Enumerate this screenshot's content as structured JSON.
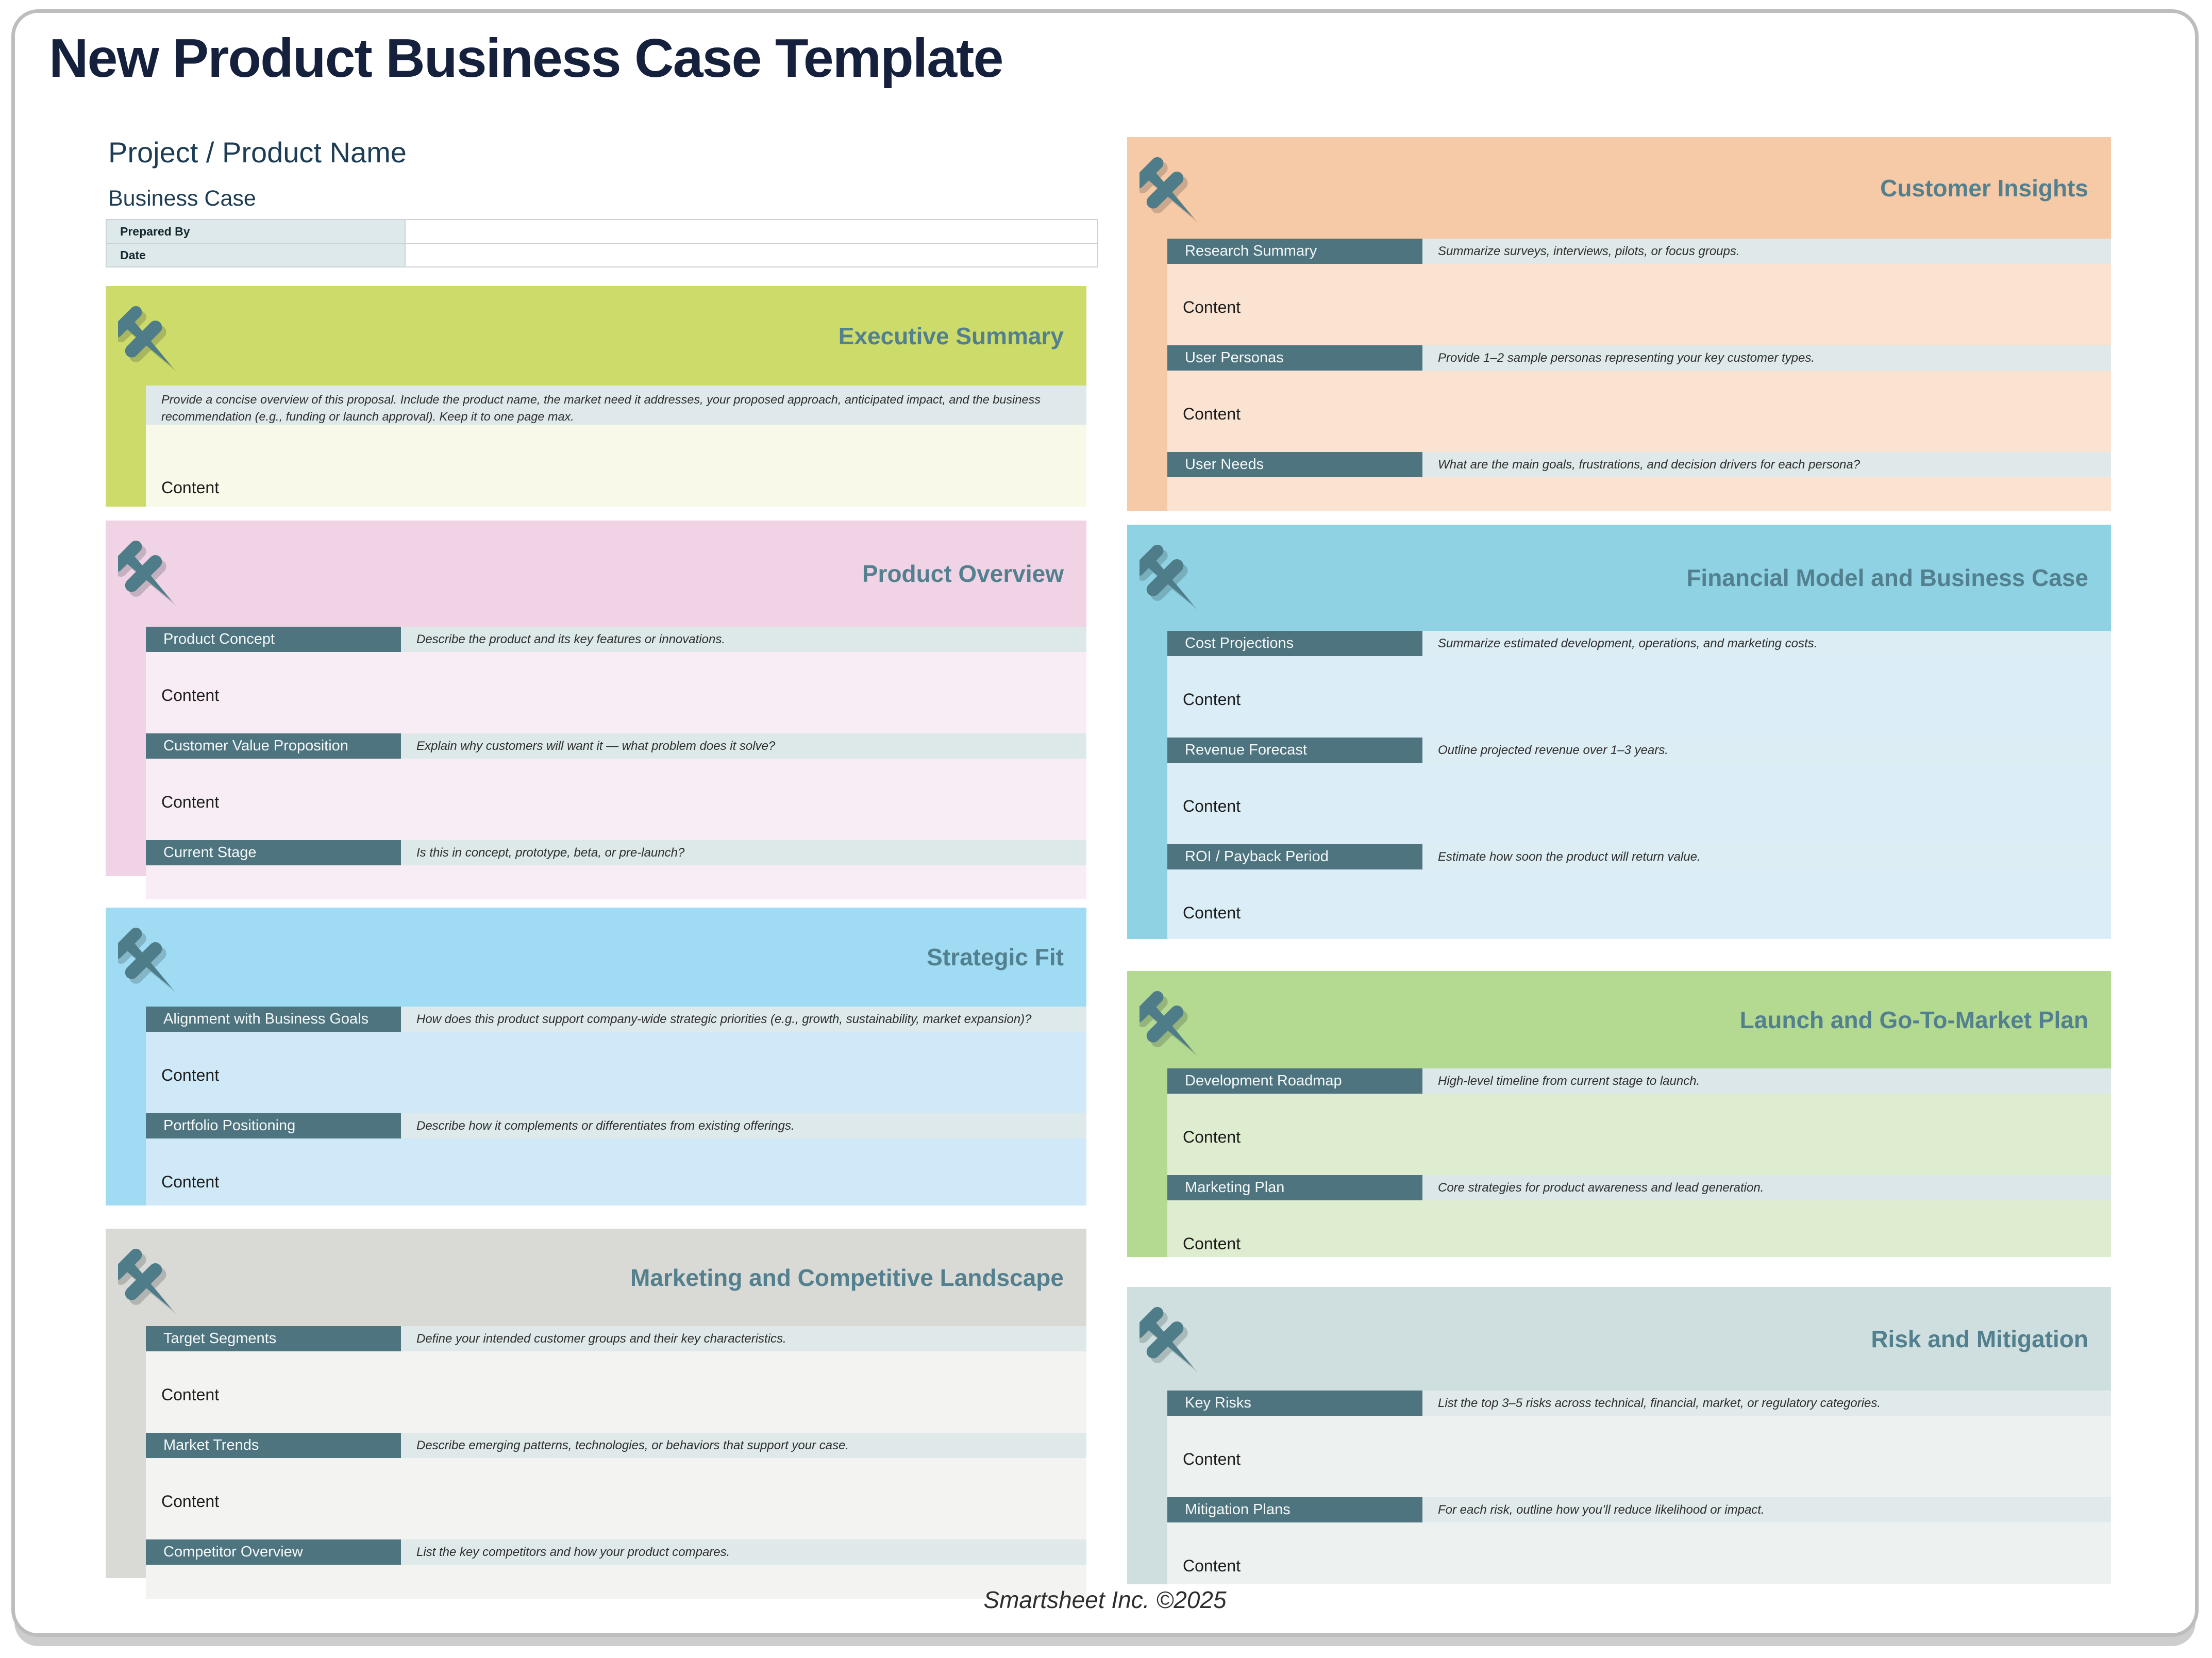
{
  "palette": {
    "page_border": "#bdbdbd",
    "title_navy": "#14203c",
    "heading_slate": "#1d3d54",
    "label_teal": "#4e7480",
    "section_title_teal": "#53808f",
    "pin_teal": "#4f7c89"
  },
  "header": {
    "title": "New Product Business Case Template",
    "project_name": "Project / Product Name",
    "document_type": "Business Case",
    "meta": [
      {
        "label": "Prepared By",
        "value": ""
      },
      {
        "label": "Date",
        "value": ""
      }
    ]
  },
  "sections": [
    {
      "title": "Executive Summary",
      "icon": "pushpin-icon",
      "colors": {
        "band": "#ccdb69",
        "desc": "#dfe9eb",
        "content": "#f8f9e9"
      },
      "intro": "Provide a concise overview of this proposal. Include the product name, the market need it addresses, your proposed approach, anticipated impact, and the business recommendation (e.g., funding or launch approval). Keep it to one page max.",
      "content_label": "Content"
    },
    {
      "title": "Product Overview",
      "icon": "pushpin-icon",
      "colors": {
        "band": "#f0d4e6",
        "desc": "#dde9e9",
        "content": "#f8ecf5"
      },
      "fields": [
        {
          "label": "Product Concept",
          "description": "Describe the product and its key features or innovations.",
          "content_label": "Content"
        },
        {
          "label": "Customer Value Proposition",
          "description": "Explain why customers will want it — what problem does it solve?",
          "content_label": "Content"
        },
        {
          "label": "Current Stage",
          "description": "Is this in concept, prototype, beta, or pre-launch?",
          "content_label": ""
        }
      ]
    },
    {
      "title": "Strategic Fit",
      "icon": "pushpin-icon",
      "colors": {
        "band": "#9fdbf3",
        "desc": "#dee9ec",
        "content": "#cfe9f8"
      },
      "fields": [
        {
          "label": "Alignment with Business Goals",
          "description": "How does this product support company-wide strategic priorities (e.g., growth, sustainability, market expansion)?",
          "content_label": "Content"
        },
        {
          "label": "Portfolio Positioning",
          "description": "Describe how it complements or differentiates from existing offerings.",
          "content_label": "Content"
        }
      ]
    },
    {
      "title": "Marketing and Competitive Landscape",
      "icon": "pushpin-icon",
      "colors": {
        "band": "#d9d9d5",
        "desc": "#dfe9ea",
        "content": "#f3f3f1"
      },
      "fields": [
        {
          "label": "Target Segments",
          "description": "Define your intended customer groups and their key characteristics.",
          "content_label": "Content"
        },
        {
          "label": "Market Trends",
          "description": "Describe emerging patterns, technologies, or behaviors that support your case.",
          "content_label": "Content"
        },
        {
          "label": "Competitor Overview",
          "description": "List the key competitors and how your product compares.",
          "content_label": ""
        }
      ]
    },
    {
      "title": "Customer Insights",
      "icon": "pushpin-icon",
      "colors": {
        "band": "#f6c9a7",
        "desc": "#dfe9e9",
        "content": "#fbe3d2"
      },
      "fields": [
        {
          "label": "Research Summary",
          "description": "Summarize surveys, interviews, pilots, or focus groups.",
          "content_label": "Content"
        },
        {
          "label": "User Personas",
          "description": "Provide 1–2 sample personas representing your key customer types.",
          "content_label": "Content"
        },
        {
          "label": "User Needs",
          "description": "What are the main goals, frustrations, and decision drivers for each persona?",
          "content_label": ""
        }
      ]
    },
    {
      "title": "Financial Model and Business Case",
      "icon": "pushpin-icon",
      "colors": {
        "band": "#8ed2e3",
        "desc": "#ddedf4",
        "content": "#dbedf7"
      },
      "fields": [
        {
          "label": "Cost Projections",
          "description": "Summarize estimated development, operations, and marketing costs.",
          "content_label": "Content"
        },
        {
          "label": "Revenue Forecast",
          "description": "Outline projected revenue over 1–3 years.",
          "content_label": "Content"
        },
        {
          "label": "ROI / Payback Period",
          "description": "Estimate how soon the product will return value.",
          "content_label": "Content"
        }
      ]
    },
    {
      "title": "Launch and Go-To-Market Plan",
      "icon": "pushpin-icon",
      "colors": {
        "band": "#b4d991",
        "desc": "#dbe7e9",
        "content": "#deeccf"
      },
      "fields": [
        {
          "label": "Development Roadmap",
          "description": "High-level timeline from current stage to launch.",
          "content_label": "Content"
        },
        {
          "label": "Marketing Plan",
          "description": "Core strategies for product awareness and lead generation.",
          "content_label": "Content"
        }
      ]
    },
    {
      "title": "Risk and Mitigation",
      "icon": "pushpin-icon",
      "colors": {
        "band": "#cfdfdf",
        "desc": "#e0eaea",
        "content": "#edf2f1"
      },
      "fields": [
        {
          "label": "Key Risks",
          "description": "List the top 3–5 risks across technical, financial, market, or regulatory categories.",
          "content_label": "Content"
        },
        {
          "label": "Mitigation Plans",
          "description": "For each risk, outline how you’ll reduce likelihood or impact.",
          "content_label": "Content"
        }
      ]
    }
  ],
  "footer": {
    "text": "Smartsheet Inc. ©2025"
  }
}
